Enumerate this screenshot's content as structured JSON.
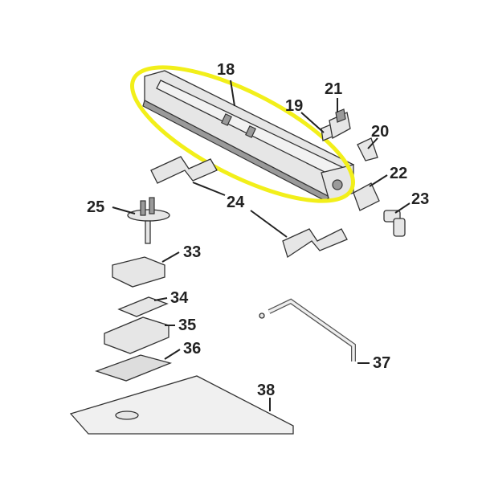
{
  "diagram": {
    "highlight_color": "#f2ef1a",
    "highlighted_part": "18",
    "labels": {
      "p18": "18",
      "p19": "19",
      "p20": "20",
      "p21": "21",
      "p22": "22",
      "p23": "23",
      "p24": "24",
      "p25": "25",
      "p33": "33",
      "p34": "34",
      "p35": "35",
      "p36": "36",
      "p37": "37",
      "p38": "38"
    }
  }
}
